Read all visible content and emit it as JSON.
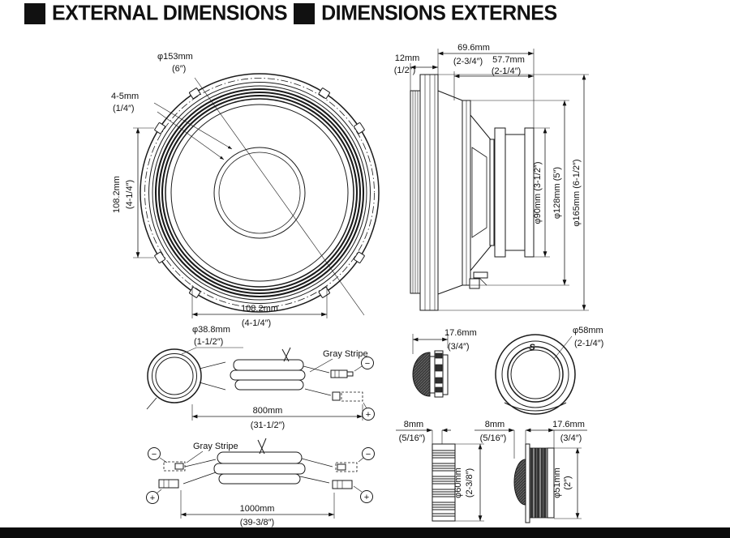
{
  "header": {
    "title_en": "EXTERNAL DIMENSIONS",
    "title_fr": "DIMENSIONS EXTERNES"
  },
  "colors": {
    "ink": "#1a1a1a",
    "background": "#ffffff"
  },
  "woofer_front": {
    "dia": "φ153mm",
    "dia_in": "(6″)",
    "flange": "4-5mm",
    "flange_in": "(1/4″)",
    "span_v": "108.2mm",
    "span_v_in": "(4-1/4″)",
    "span_h": "108.2mm",
    "span_h_in": "(4-1/4″)"
  },
  "woofer_side": {
    "total": "69.6mm",
    "total_in": "(2-3/4″)",
    "protrusion": "12mm",
    "protrusion_in": "(1/2″)",
    "depth": "57.7mm",
    "depth_in": "(2-1/4″)",
    "magnet_dia": "φ90mm (3-1/2″)",
    "frame_dia": "φ128mm (5″)",
    "overall_dia": "φ165mm (6-1/2″)"
  },
  "tweeter_assembly": {
    "dia": "φ38.8mm",
    "dia_in": "(1-1/2″)",
    "stripe_label": "Gray Stripe",
    "cable_length": "800mm",
    "cable_length_in": "(31-1/2″)"
  },
  "tweeter_side": {
    "depth": "17.6mm",
    "depth_in": "(3/4″)"
  },
  "tweeter_front": {
    "dia": "φ58mm",
    "dia_in": "(2-1/4″)",
    "logo": "S"
  },
  "harness": {
    "stripe_label": "Gray Stripe",
    "cable_length": "1000mm",
    "cable_length_in": "(39-3/8″)"
  },
  "mount_cup": {
    "protrusion": "8mm",
    "protrusion_in": "(5/16″)",
    "dia": "φ60mm",
    "dia_in": "(2-3/8″)"
  },
  "angle_mount": {
    "protrusion": "8mm",
    "protrusion_in": "(5/16″)",
    "depth": "17.6mm",
    "depth_in": "(3/4″)",
    "dia": "φ51mm",
    "dia_in": "(2″)"
  },
  "symbols": {
    "minus": "−",
    "plus": "+"
  }
}
